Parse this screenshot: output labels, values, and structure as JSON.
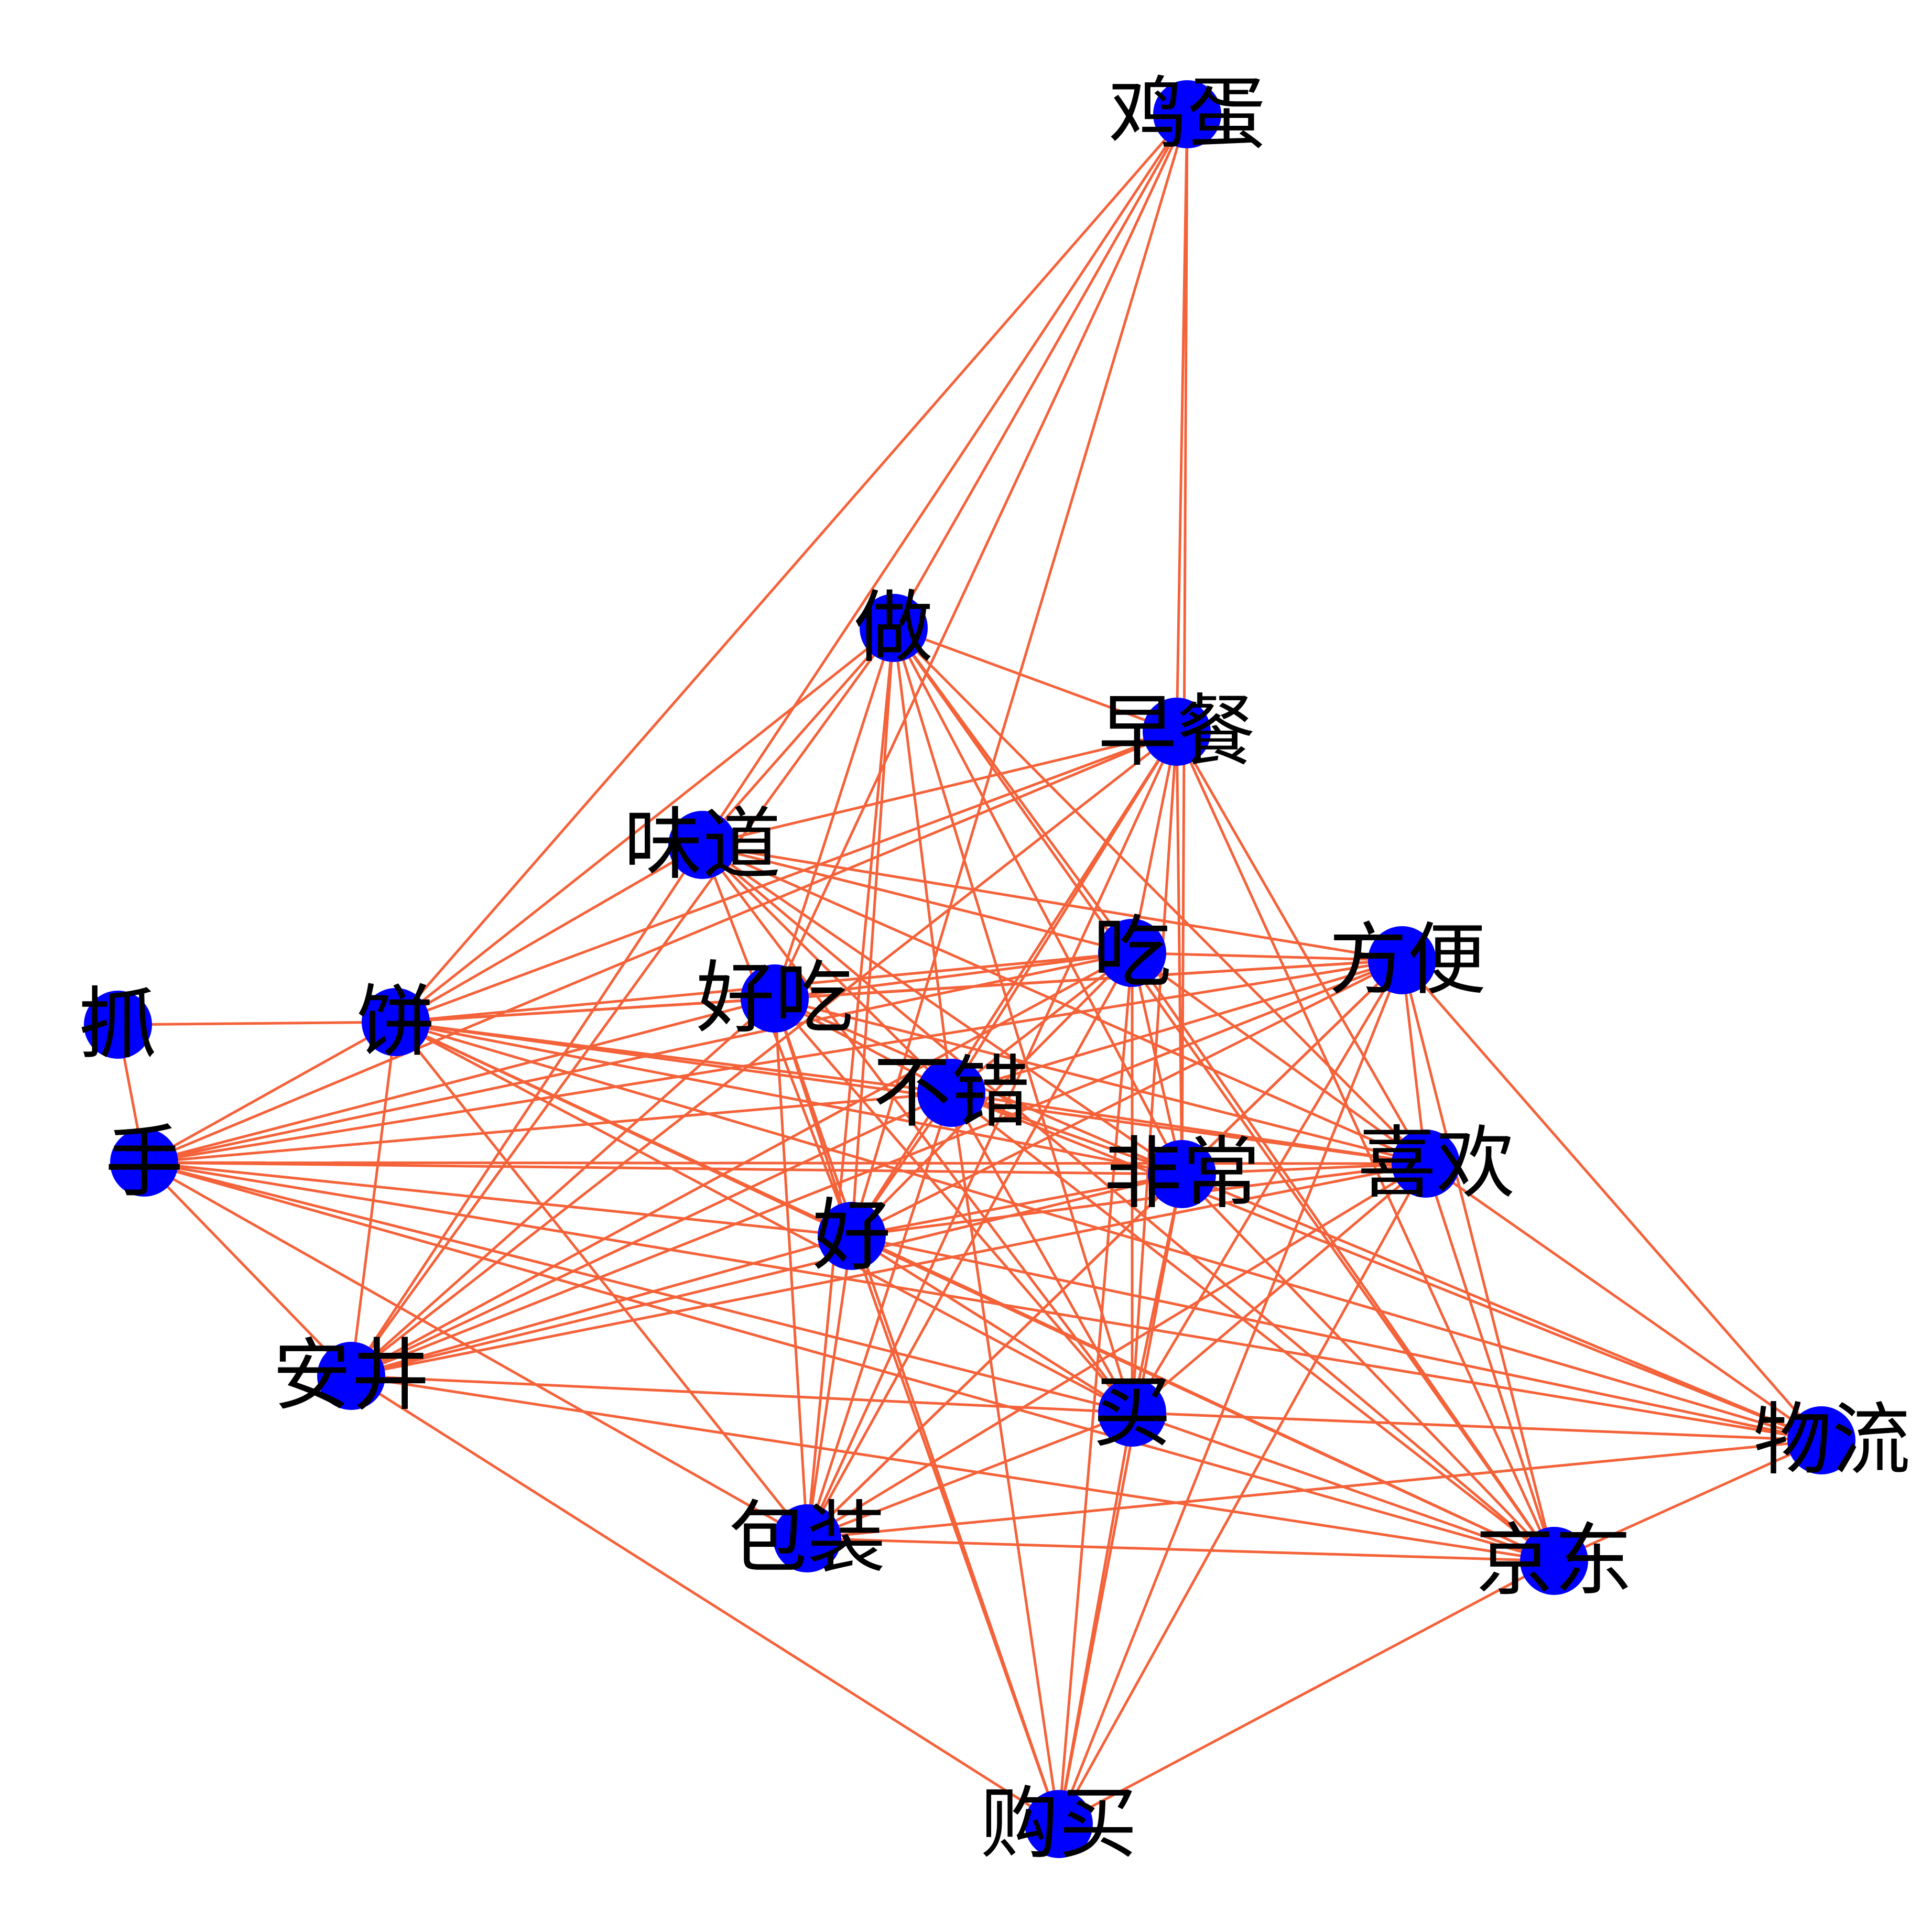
{
  "graph": {
    "edge_color": "#f4623a",
    "node_color": "#0000ff",
    "label_color": "#000000",
    "nodes": [
      {
        "id": "鸡蛋"
      },
      {
        "id": "做"
      },
      {
        "id": "早餐"
      },
      {
        "id": "味道"
      },
      {
        "id": "吃"
      },
      {
        "id": "方便"
      },
      {
        "id": "抓"
      },
      {
        "id": "饼"
      },
      {
        "id": "好吃"
      },
      {
        "id": "不错"
      },
      {
        "id": "手"
      },
      {
        "id": "非常"
      },
      {
        "id": "喜欢"
      },
      {
        "id": "好"
      },
      {
        "id": "安井"
      },
      {
        "id": "买"
      },
      {
        "id": "物流"
      },
      {
        "id": "包装"
      },
      {
        "id": "京东"
      },
      {
        "id": "购买"
      }
    ],
    "edges": [
      [
        "鸡蛋",
        "饼"
      ],
      [
        "鸡蛋",
        "做"
      ],
      [
        "鸡蛋",
        "早餐"
      ],
      [
        "鸡蛋",
        "非常"
      ],
      [
        "鸡蛋",
        "味道"
      ],
      [
        "鸡蛋",
        "好吃"
      ],
      [
        "鸡蛋",
        "好"
      ],
      [
        "抓",
        "饼"
      ],
      [
        "抓",
        "手"
      ],
      [
        "做",
        "饼"
      ],
      [
        "做",
        "早餐"
      ],
      [
        "做",
        "味道"
      ],
      [
        "做",
        "吃"
      ],
      [
        "做",
        "不错"
      ],
      [
        "做",
        "非常"
      ],
      [
        "做",
        "喜欢"
      ],
      [
        "做",
        "好"
      ],
      [
        "做",
        "安井"
      ],
      [
        "做",
        "买"
      ],
      [
        "做",
        "京东"
      ],
      [
        "做",
        "包装"
      ],
      [
        "做",
        "好吃"
      ],
      [
        "早餐",
        "饼"
      ],
      [
        "早餐",
        "味道"
      ],
      [
        "早餐",
        "吃"
      ],
      [
        "早餐",
        "不错"
      ],
      [
        "早餐",
        "非常"
      ],
      [
        "早餐",
        "喜欢"
      ],
      [
        "早餐",
        "好"
      ],
      [
        "早餐",
        "安井"
      ],
      [
        "早餐",
        "买"
      ],
      [
        "早餐",
        "京东"
      ],
      [
        "早餐",
        "包装"
      ],
      [
        "早餐",
        "手"
      ],
      [
        "味道",
        "饼"
      ],
      [
        "味道",
        "吃"
      ],
      [
        "味道",
        "方便"
      ],
      [
        "味道",
        "不错"
      ],
      [
        "味道",
        "非常"
      ],
      [
        "味道",
        "喜欢"
      ],
      [
        "味道",
        "好"
      ],
      [
        "味道",
        "安井"
      ],
      [
        "味道",
        "买"
      ],
      [
        "味道",
        "京东"
      ],
      [
        "饼",
        "吃"
      ],
      [
        "饼",
        "方便"
      ],
      [
        "饼",
        "好吃"
      ],
      [
        "饼",
        "不错"
      ],
      [
        "饼",
        "非常"
      ],
      [
        "饼",
        "喜欢"
      ],
      [
        "饼",
        "好"
      ],
      [
        "饼",
        "安井"
      ],
      [
        "饼",
        "买"
      ],
      [
        "饼",
        "物流"
      ],
      [
        "饼",
        "京东"
      ],
      [
        "饼",
        "包装"
      ],
      [
        "饼",
        "手"
      ],
      [
        "手",
        "吃"
      ],
      [
        "手",
        "方便"
      ],
      [
        "手",
        "好吃"
      ],
      [
        "手",
        "不错"
      ],
      [
        "手",
        "非常"
      ],
      [
        "手",
        "喜欢"
      ],
      [
        "手",
        "好"
      ],
      [
        "手",
        "安井"
      ],
      [
        "手",
        "买"
      ],
      [
        "手",
        "京东"
      ],
      [
        "手",
        "包装"
      ],
      [
        "手",
        "物流"
      ],
      [
        "好吃",
        "吃"
      ],
      [
        "好吃",
        "方便"
      ],
      [
        "好吃",
        "不错"
      ],
      [
        "好吃",
        "非常"
      ],
      [
        "好吃",
        "喜欢"
      ],
      [
        "好吃",
        "好"
      ],
      [
        "好吃",
        "买"
      ],
      [
        "好吃",
        "包装"
      ],
      [
        "好吃",
        "购买"
      ],
      [
        "好吃",
        "安井"
      ],
      [
        "吃",
        "方便"
      ],
      [
        "吃",
        "不错"
      ],
      [
        "吃",
        "非常"
      ],
      [
        "吃",
        "喜欢"
      ],
      [
        "吃",
        "好"
      ],
      [
        "吃",
        "安井"
      ],
      [
        "吃",
        "买"
      ],
      [
        "吃",
        "包装"
      ],
      [
        "吃",
        "京东"
      ],
      [
        "吃",
        "购买"
      ],
      [
        "方便",
        "不错"
      ],
      [
        "方便",
        "非常"
      ],
      [
        "方便",
        "喜欢"
      ],
      [
        "方便",
        "好"
      ],
      [
        "方便",
        "安井"
      ],
      [
        "方便",
        "买"
      ],
      [
        "方便",
        "物流"
      ],
      [
        "方便",
        "京东"
      ],
      [
        "方便",
        "包装"
      ],
      [
        "方便",
        "购买"
      ],
      [
        "不错",
        "非常"
      ],
      [
        "不错",
        "喜欢"
      ],
      [
        "不错",
        "好"
      ],
      [
        "不错",
        "安井"
      ],
      [
        "不错",
        "买"
      ],
      [
        "不错",
        "物流"
      ],
      [
        "不错",
        "京东"
      ],
      [
        "不错",
        "包装"
      ],
      [
        "不错",
        "购买"
      ],
      [
        "非常",
        "喜欢"
      ],
      [
        "非常",
        "好"
      ],
      [
        "非常",
        "安井"
      ],
      [
        "非常",
        "买"
      ],
      [
        "非常",
        "物流"
      ],
      [
        "非常",
        "京东"
      ],
      [
        "非常",
        "包装"
      ],
      [
        "非常",
        "购买"
      ],
      [
        "喜欢",
        "好"
      ],
      [
        "喜欢",
        "安井"
      ],
      [
        "喜欢",
        "买"
      ],
      [
        "喜欢",
        "物流"
      ],
      [
        "喜欢",
        "京东"
      ],
      [
        "喜欢",
        "包装"
      ],
      [
        "喜欢",
        "购买"
      ],
      [
        "好",
        "安井"
      ],
      [
        "好",
        "买"
      ],
      [
        "好",
        "物流"
      ],
      [
        "好",
        "京东"
      ],
      [
        "好",
        "包装"
      ],
      [
        "好",
        "购买"
      ],
      [
        "安井",
        "买"
      ],
      [
        "安井",
        "京东"
      ],
      [
        "安井",
        "购买"
      ],
      [
        "买",
        "物流"
      ],
      [
        "买",
        "京东"
      ],
      [
        "买",
        "包装"
      ],
      [
        "买",
        "购买"
      ],
      [
        "包装",
        "物流"
      ],
      [
        "包装",
        "京东"
      ],
      [
        "物流",
        "京东"
      ],
      [
        "京东",
        "购买"
      ]
    ]
  }
}
